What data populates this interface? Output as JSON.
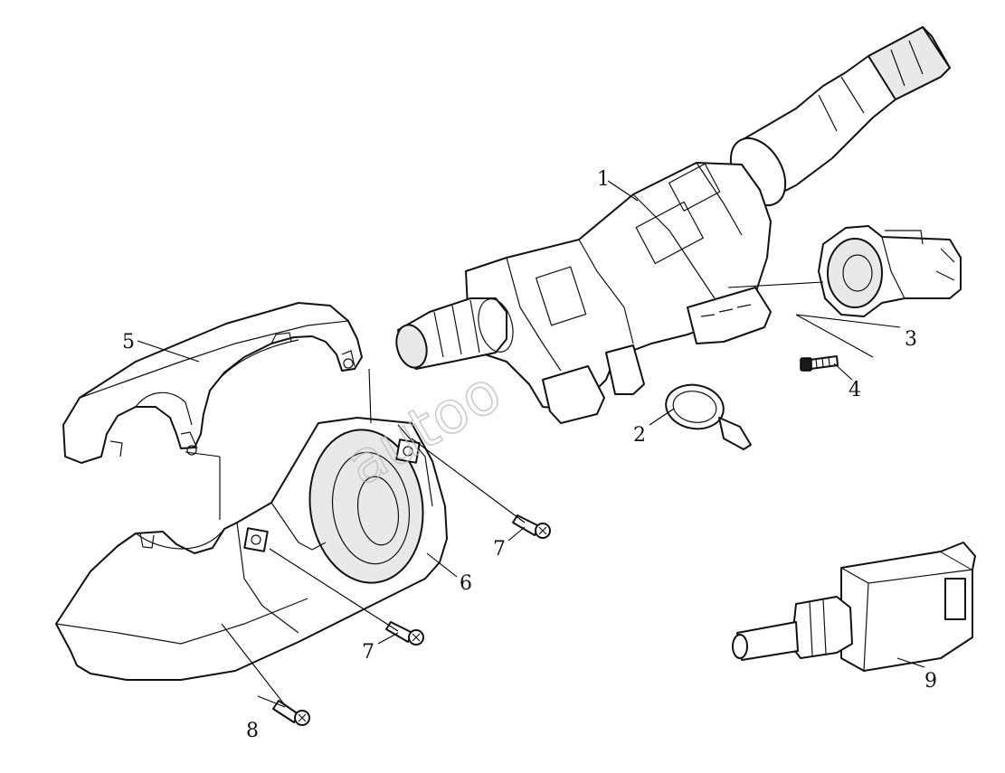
{
  "diagram": {
    "watermark_text": "autoo",
    "callouts": [
      {
        "id": "1",
        "label": "1"
      },
      {
        "id": "2",
        "label": "2"
      },
      {
        "id": "3",
        "label": "3"
      },
      {
        "id": "4",
        "label": "4"
      },
      {
        "id": "5",
        "label": "5"
      },
      {
        "id": "6",
        "label": "6"
      },
      {
        "id": "7a",
        "label": "7"
      },
      {
        "id": "7b",
        "label": "7"
      },
      {
        "id": "8",
        "label": "8"
      },
      {
        "id": "9",
        "label": "9"
      }
    ],
    "colors": {
      "line": "#111111",
      "background": "#ffffff",
      "watermark": "#b9b9b9"
    }
  }
}
